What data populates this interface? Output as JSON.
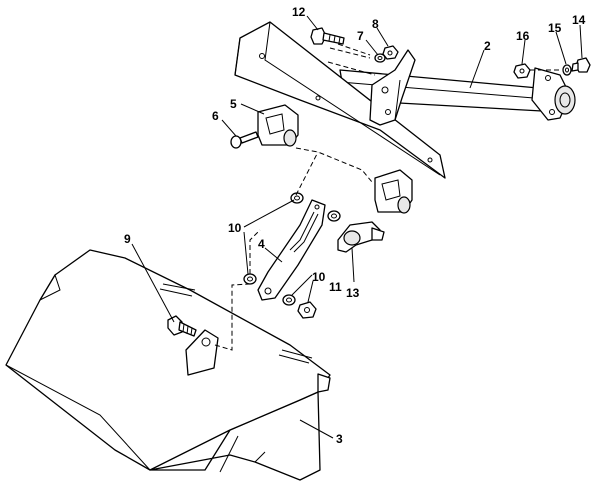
{
  "callouts": [
    {
      "id": "c1",
      "label": "12"
    },
    {
      "id": "c2",
      "label": "8"
    },
    {
      "id": "c3",
      "label": "7"
    },
    {
      "id": "c4",
      "label": "2"
    },
    {
      "id": "c5",
      "label": "16"
    },
    {
      "id": "c6",
      "label": "15"
    },
    {
      "id": "c7",
      "label": "14"
    },
    {
      "id": "c8",
      "label": "5"
    },
    {
      "id": "c9",
      "label": "6"
    },
    {
      "id": "c10",
      "label": "10"
    },
    {
      "id": "c11",
      "label": "4"
    },
    {
      "id": "c12",
      "label": "9"
    },
    {
      "id": "c13",
      "label": "10"
    },
    {
      "id": "c14",
      "label": "11"
    },
    {
      "id": "c15",
      "label": "13"
    },
    {
      "id": "c16",
      "label": "3"
    }
  ]
}
